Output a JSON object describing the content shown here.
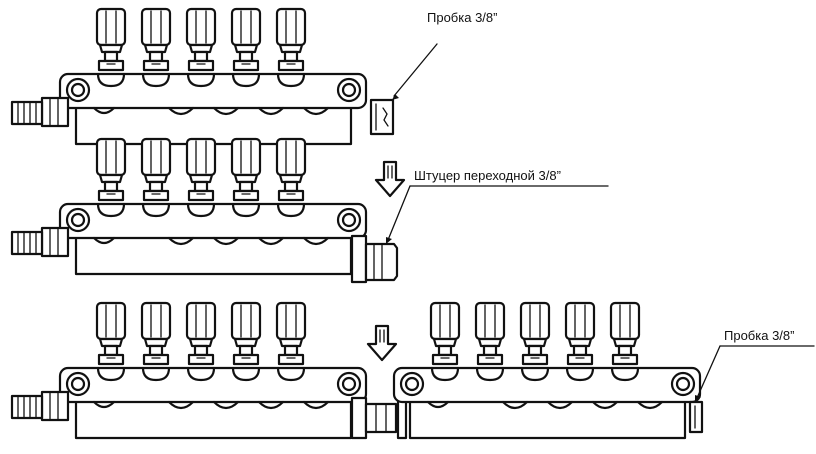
{
  "labels": {
    "plug_top": "Пробка 3/8”",
    "adapter": "Штуцер переходной 3/8”",
    "plug_right": "Пробка 3/8”"
  },
  "colors": {
    "ink": "#111111",
    "background": "#ffffff"
  }
}
